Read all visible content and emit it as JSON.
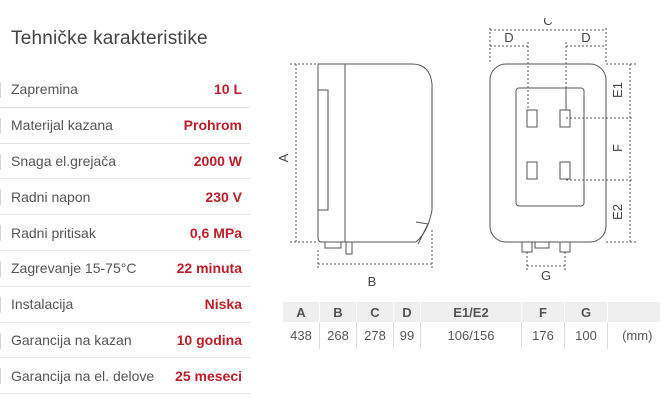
{
  "title": "Tehničke karakteristike",
  "specs": [
    {
      "label": "Zapremina",
      "value": "10 L"
    },
    {
      "label": "Materijal kazana",
      "value": "Prohrom"
    },
    {
      "label": "Snaga el.grejača",
      "value": "2000 W"
    },
    {
      "label": "Radni napon",
      "value": "230 V"
    },
    {
      "label": "Radni pritisak",
      "value": "0,6 MPa"
    },
    {
      "label": "Zagrevanje 15-75°C",
      "value": "22 minuta"
    },
    {
      "label": "Instalacija",
      "value": "Niska"
    },
    {
      "label": "Garancija na kazan",
      "value": "10 godina"
    },
    {
      "label": "Garancija na el. delove",
      "value": "25 meseci"
    }
  ],
  "diagram_labels": {
    "A": "A",
    "B": "B",
    "C": "C",
    "D1": "D",
    "D2": "D",
    "E1": "E1",
    "F": "F",
    "E2": "E2",
    "G": "G"
  },
  "dimensions": {
    "headers": [
      "A",
      "B",
      "C",
      "D",
      "E1/E2",
      "F",
      "G",
      ""
    ],
    "values": [
      "438",
      "268",
      "278",
      "99",
      "106/156",
      "176",
      "100",
      "(mm)"
    ]
  },
  "colors": {
    "accent": "#b8202a",
    "text": "#555555",
    "header_bg": "#efefef"
  }
}
